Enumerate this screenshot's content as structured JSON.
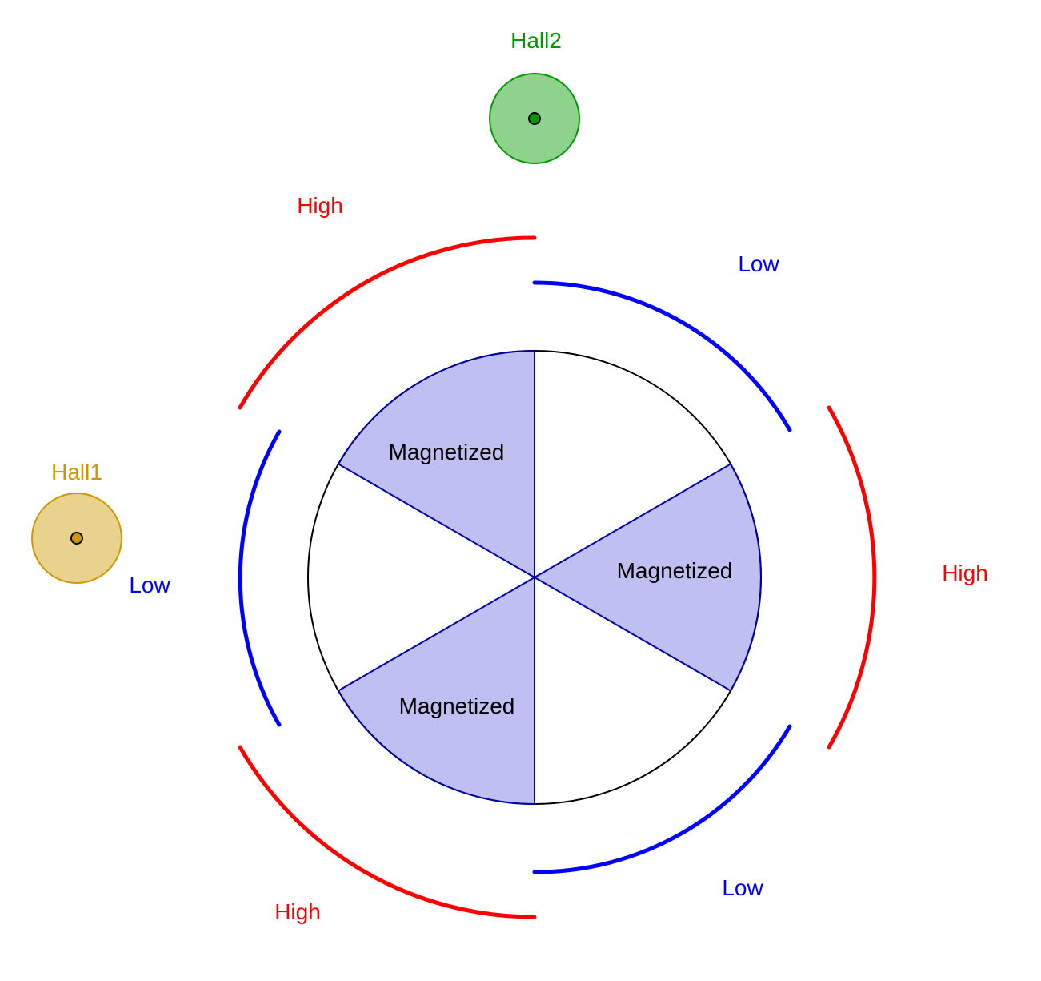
{
  "sensors": {
    "hall1": {
      "label": "Hall1",
      "color": "#CC9900",
      "fill": "#E9D28E",
      "dot": "#CC9900"
    },
    "hall2": {
      "label": "Hall2",
      "color": "#009900",
      "fill": "#8ED28E",
      "dot": "#009900"
    }
  },
  "rotor": {
    "segments": 6,
    "magnetized_label": "Magnetized",
    "magnetized_fill": "#BFBFF2",
    "line_color": "#0000AA",
    "outline_color": "#000000"
  },
  "outer_arcs": {
    "high_label": "High",
    "low_label": "Low",
    "high_color": "#FF0000",
    "low_color": "#0000FF"
  }
}
